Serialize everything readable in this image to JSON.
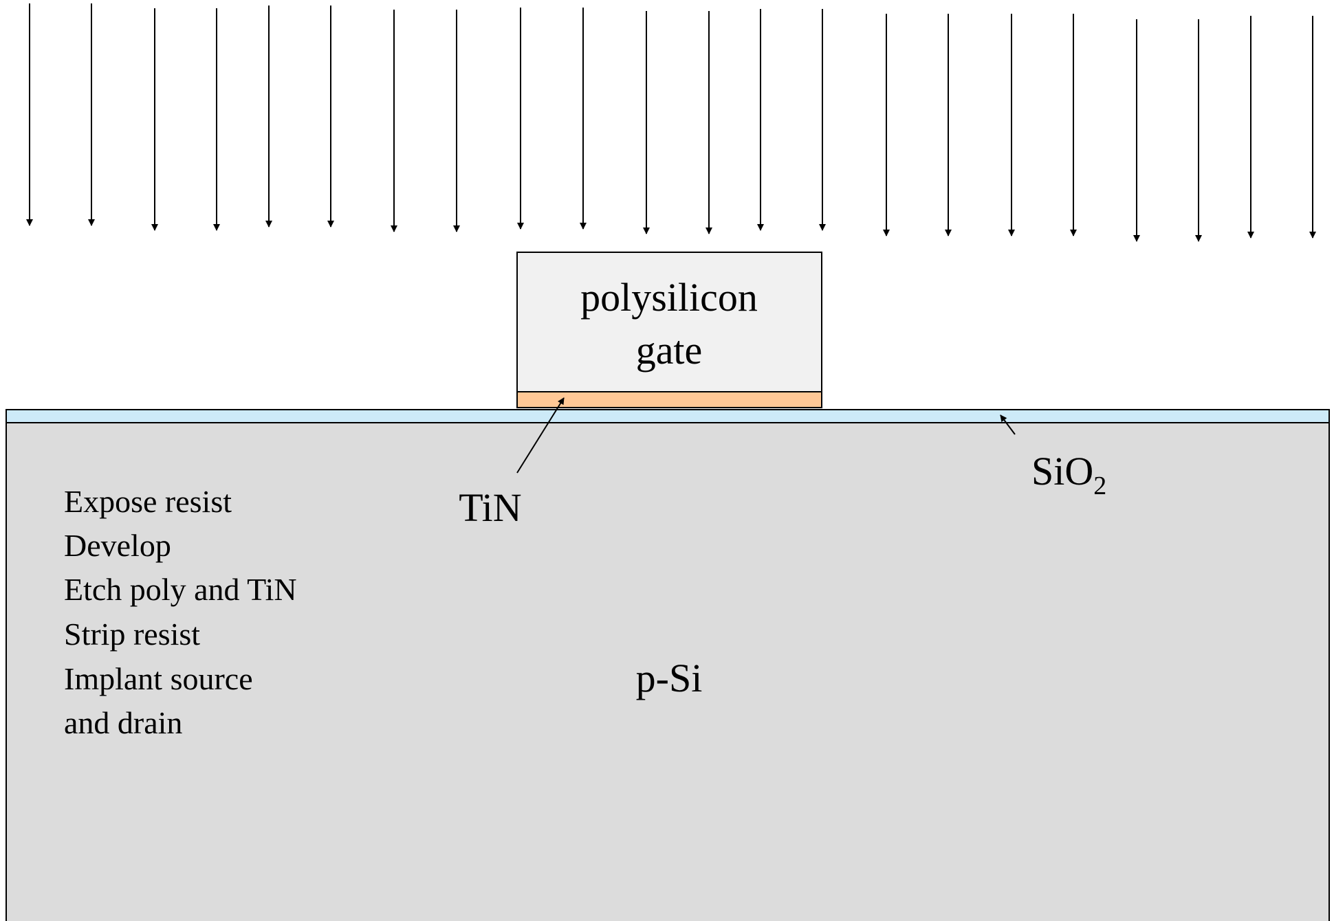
{
  "colors": {
    "substrate": "#dcdcdc",
    "oxide": "#cdeaf8",
    "tin_layer": "#ffc896",
    "gate": "#f1f1f1",
    "stroke": "#000000"
  },
  "labels": {
    "gate_line1": "polysilicon",
    "gate_line2": "gate",
    "tin": "TiN",
    "oxide_base": "SiO",
    "oxide_subscript": "2",
    "substrate": "p-Si"
  },
  "process_steps": [
    "Expose resist",
    "Develop",
    "Etch poly and TiN",
    "Strip resist",
    "Implant source",
    "and drain"
  ]
}
